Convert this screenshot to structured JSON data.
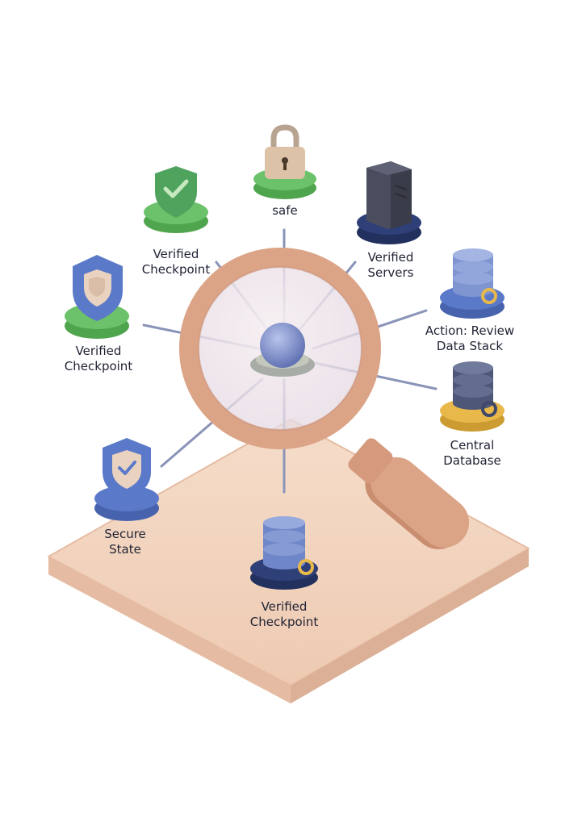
{
  "nodes": {
    "safe": {
      "lines": [
        "safe"
      ]
    },
    "checkpoint_top": {
      "lines": [
        "Verified",
        "Checkpoint"
      ]
    },
    "servers": {
      "lines": [
        "Verified",
        "Servers"
      ]
    },
    "checkpoint_left": {
      "lines": [
        "Verified",
        "Checkpoint"
      ]
    },
    "review_stack": {
      "lines": [
        "Action: Review",
        "Data Stack"
      ]
    },
    "central_db": {
      "lines": [
        "Central",
        "Database"
      ]
    },
    "secure_state": {
      "lines": [
        "Secure",
        "State"
      ]
    },
    "checkpoint_bottom": {
      "lines": [
        "Verified",
        "Checkpoint"
      ]
    }
  },
  "icons": {
    "safe": "padlock-icon",
    "checkpoint_top": "check-shield-icon",
    "servers": "server-tower-icon",
    "checkpoint_left": "shield-icon",
    "review_stack": "database-icon",
    "central_db": "database-icon",
    "secure_state": "check-shield-icon",
    "checkpoint_bottom": "database-icon",
    "center": "magnifying-glass-icon"
  },
  "colors": {
    "platform": "#f1d2bc",
    "green_base": "#6cc26a",
    "blue_base": "#5b79c9",
    "navy_base": "#2f3f78",
    "gold_base": "#e8b94a",
    "magnifier": "#dca487",
    "spoke": "#8a93b8"
  }
}
